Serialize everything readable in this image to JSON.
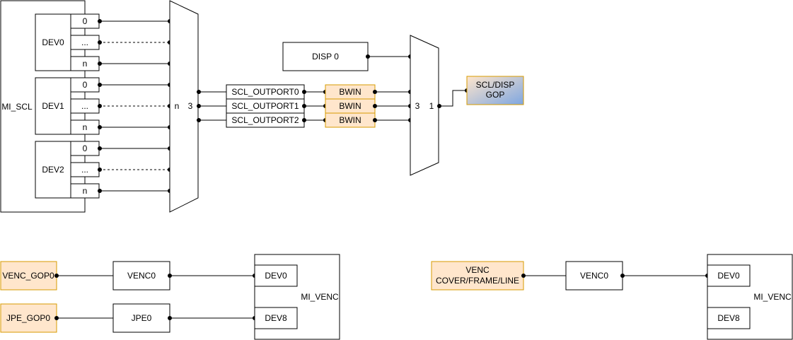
{
  "colors": {
    "orange_fill": "#ffe6cc",
    "orange_stroke": "#d79b00",
    "blue_top": "#ffe6cc",
    "blue_bottom": "#7ea6e0"
  },
  "top": {
    "mi_scl": "MI_SCL",
    "devices": [
      {
        "label": "DEV0",
        "ports": [
          "0",
          "...",
          "n"
        ]
      },
      {
        "label": "DEV1",
        "ports": [
          "0",
          "...",
          "n"
        ]
      },
      {
        "label": "DEV2",
        "ports": [
          "0",
          "...",
          "n"
        ]
      }
    ],
    "mux1": {
      "in_label": "n",
      "out_label": "3"
    },
    "outports": [
      "SCL_OUTPORT0",
      "SCL_OUTPORT1",
      "SCL_OUTPORT2"
    ],
    "bwin": [
      "BWIN",
      "BWIN",
      "BWIN"
    ],
    "disp": "DISP 0",
    "mux2": {
      "in_label": "3",
      "out_label": "1"
    },
    "dest_line1": "SCL/DISP",
    "dest_line2": "GOP"
  },
  "bottom_left": {
    "sources": [
      "VENC_GOP0",
      "JPE_GOP0"
    ],
    "engines": [
      "VENC0",
      "JPE0"
    ],
    "mi_venc": "MI_VENC",
    "devs": [
      "DEV0",
      "DEV8"
    ]
  },
  "bottom_right": {
    "source_line1": "VENC",
    "source_line2": "COVER/FRAME/LINE",
    "engine": "VENC0",
    "mi_venc": "MI_VENC",
    "devs": [
      "DEV0",
      "DEV8"
    ]
  }
}
